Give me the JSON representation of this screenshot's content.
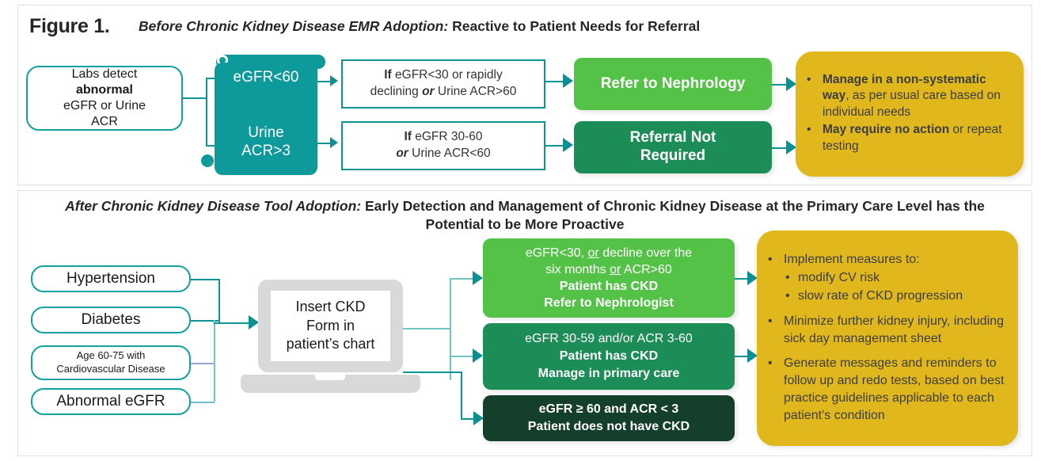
{
  "figure": {
    "label": "Figure 1.",
    "top_panel": {
      "title_italic": "Before Chronic Kidney Disease EMR Adoption:",
      "title_rest": " Reactive to Patient Needs for Referral",
      "labs_box": {
        "line1": "Labs detect",
        "line2": "abnormal",
        "line3": "eGFR or Urine",
        "line4": "ACR"
      },
      "trigger_box": {
        "line1": "eGFR<60",
        "line2": "Urine",
        "line3": "ACR>3"
      },
      "criteria_1": {
        "bold": "If",
        "rest1": " eGFR<30 or rapidly",
        "line2a": "declining ",
        "line2_ital": "or",
        "line2b": " Urine ACR>60"
      },
      "criteria_2": {
        "bold": "If",
        "rest1": " eGFR 30-60",
        "line2_ital": "or",
        "line2b": " Urine ACR<60"
      },
      "outcome_1": "Refer to Nephrology",
      "outcome_2a": "Referral Not",
      "outcome_2b": "Required",
      "result_bullets": [
        {
          "bold": "Manage in a non-systematic way",
          "rest": ", as per usual care based on individual needs"
        },
        {
          "bold": "May require no action",
          "rest": " or repeat testing"
        }
      ]
    },
    "bottom_panel": {
      "title_italic": "After Chronic Kidney Disease Tool Adoption:",
      "title_rest": "  Early Detection and Management of Chronic Kidney Disease at the Primary Care Level has the Potential to be More Proactive",
      "risk_factors": [
        {
          "label": "Hypertension",
          "size": "large"
        },
        {
          "label": "Diabetes",
          "size": "large"
        },
        {
          "label_line1": "Age 60-75 with",
          "label_line2": "Cardiovascular Disease",
          "size": "small"
        },
        {
          "label": "Abnormal eGFR",
          "size": "large"
        }
      ],
      "laptop": {
        "line1": "Insert CKD",
        "line2": "Form in",
        "line3": "patient’s chart"
      },
      "result_green_light": {
        "line1a": "eGFR<30, ",
        "line1_u": "or",
        "line1b": " decline over the",
        "line2a": "six months ",
        "line2_u": "or",
        "line2b": " ACR>60",
        "line3": "Patient has CKD",
        "line4": "Refer to Nephrologist"
      },
      "result_green_dark": {
        "line1": "eGFR 30-59 and/or ACR 3-60",
        "line2": "Patient has CKD",
        "line3": "Manage in primary care"
      },
      "result_green_darkest": {
        "line1": "eGFR ≥ 60 and ACR < 3",
        "line2": "Patient does not have CKD"
      },
      "action_bullets": [
        {
          "text": "Implement measures to:",
          "sub": [
            "modify CV risk",
            "slow rate of CKD progression"
          ]
        },
        {
          "text": "Minimize further kidney injury, including sick day management sheet",
          "sub": []
        },
        {
          "text": "Generate messages and reminders to follow up and redo tests, based on best practice guidelines applicable to each patient’s condition",
          "sub": []
        }
      ]
    }
  },
  "colors": {
    "teal": "#0E9A9A",
    "teal_line": "#0E9494",
    "green_light": "#54C247",
    "green_dark": "#1C8D57",
    "green_darkest": "#143F2A",
    "yellow": "#E0B81E",
    "laptop_gray": "#D9D9D9",
    "text_dark": "#262626",
    "panel_border": "#dfe2ee"
  }
}
